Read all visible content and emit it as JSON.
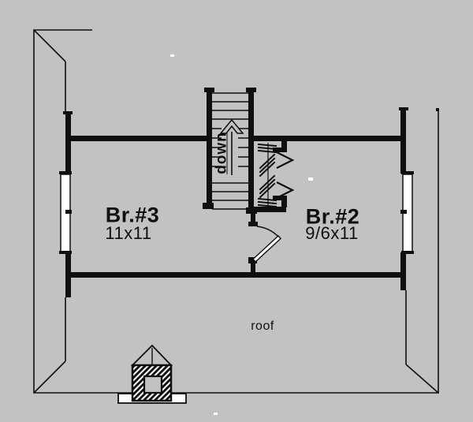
{
  "plan": {
    "colors": {
      "bg": "#c2c2c2",
      "line": "#0f0f0f",
      "paper": "#ffffff"
    },
    "rooms": [
      {
        "name": "Br.#3",
        "dimensions": "11x11"
      },
      {
        "name": "Br.#2",
        "dimensions": "9/6x11"
      }
    ],
    "stairs": {
      "direction_label": "down"
    },
    "roof": {
      "label": "roof"
    }
  }
}
